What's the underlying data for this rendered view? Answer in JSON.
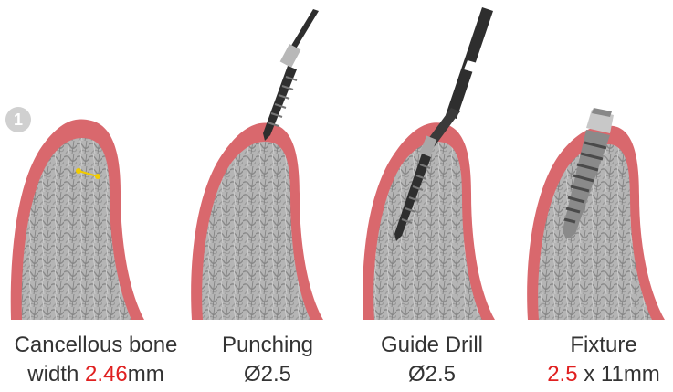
{
  "step_badge": "1",
  "colors": {
    "gum": "#d9686d",
    "gum_edge": "#c85558",
    "bone": "#b8b8b8",
    "bone_dark": "#8d8d8d",
    "instrument": "#2e2e2e",
    "highlight": "#e02020",
    "measure": "#f2cc00"
  },
  "panels": [
    {
      "title_line1": "Cancellous bone",
      "title_line2_prefix": "width ",
      "title_line2_value": "2.46",
      "title_line2_suffix": "mm",
      "icon": "bone-section-with-measure"
    },
    {
      "title_line1": "Punching",
      "title_line2": "Ø2.5",
      "icon": "punching-drill"
    },
    {
      "title_line1": "Guide Drill",
      "title_line2": "Ø2.5",
      "icon": "guide-drill"
    },
    {
      "title_line1": "Fixture",
      "title_line2_value": "2.5",
      "title_line2_suffix": " x 11mm",
      "icon": "implant-fixture"
    }
  ]
}
